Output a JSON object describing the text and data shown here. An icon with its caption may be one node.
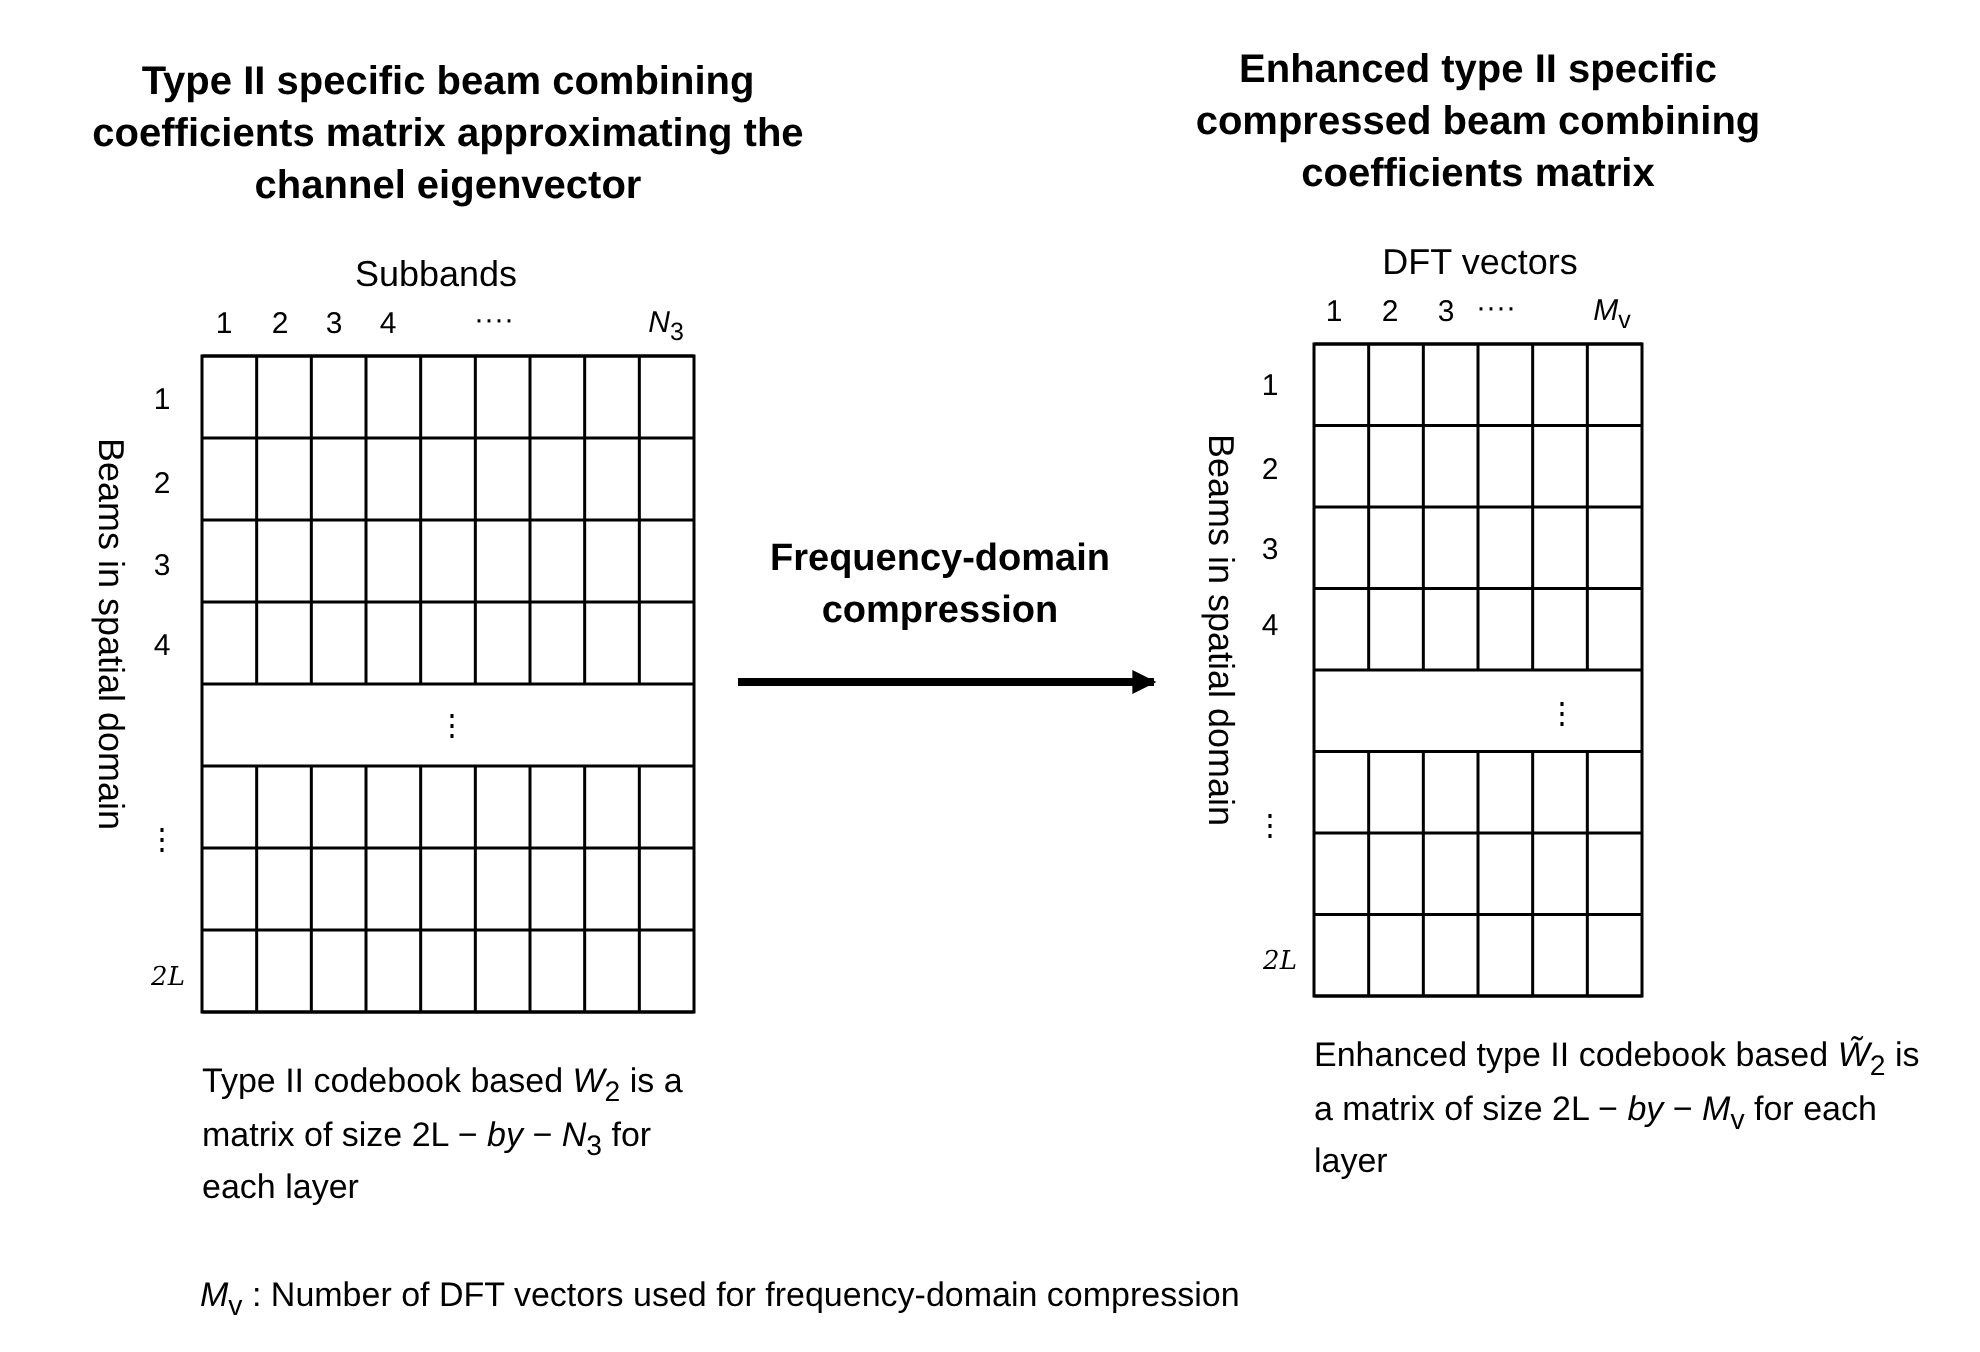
{
  "diagram": {
    "nodes": [
      {
        "text": [
          "Type II specific beam combining coefficients matrix approximating the channel eigenvector"
        ],
        "beside": [
          "Type II codebook based *W*$_{2}$ is a matrix of size 2L − *by* − *N*$_{3}$ for each layer"
        ]
      },
      {
        "text": [
          "Enhanced type II specific compressed beam combining coefficients matrix"
        ],
        "beside": [
          "Enhanced type II codebook based *W̃*$_{2}$ is a matrix of size 2L − *by* − *M*$_{v}$ for each layer"
        ]
      }
    ],
    "edges": [
      {
        "from": 0,
        "to": 1,
        "arrow": "to",
        "label": "Frequency-domain compression"
      }
    ],
    "labels": [
      "Subbands",
      "1",
      "2",
      "3",
      "4",
      "····",
      "*N*$_{3}$",
      "1",
      "2",
      "3",
      "4",
      "⋮",
      "⋮",
      "2L",
      "Beams in spatial domain",
      "DFT vectors",
      "1",
      "2",
      "3",
      "····",
      "*M*$_{v}$",
      "1",
      "2",
      "3",
      "4",
      "⋮",
      "⋮",
      "2L",
      "Beams in spatial domain",
      "*M*$_{v}$ : Number of DFT vectors used for frequency-domain compression"
    ]
  }
}
